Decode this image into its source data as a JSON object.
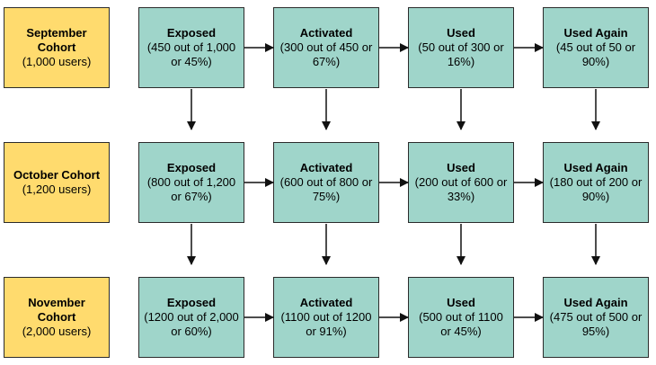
{
  "cohorts": [
    {
      "name": "September Cohort",
      "users": "(1,000 users)",
      "stages": [
        {
          "title": "Exposed",
          "detail": "(450 out of 1,000 or 45%)"
        },
        {
          "title": "Activated",
          "detail": "(300 out of 450 or 67%)"
        },
        {
          "title": "Used",
          "detail": "(50 out of 300 or 16%)"
        },
        {
          "title": "Used Again",
          "detail": "(45 out of 50 or 90%)"
        }
      ]
    },
    {
      "name": "October Cohort",
      "users": "(1,200 users)",
      "stages": [
        {
          "title": "Exposed",
          "detail": "(800 out of 1,200 or 67%)"
        },
        {
          "title": "Activated",
          "detail": "(600 out of 800 or 75%)"
        },
        {
          "title": "Used",
          "detail": "(200 out of 600 or 33%)"
        },
        {
          "title": "Used Again",
          "detail": "(180 out of 200 or 90%)"
        }
      ]
    },
    {
      "name": "November Cohort",
      "users": "(2,000 users)",
      "stages": [
        {
          "title": "Exposed",
          "detail": "(1200 out of 2,000 or 60%)"
        },
        {
          "title": "Activated",
          "detail": "(1100 out of 1200 or 91%)"
        },
        {
          "title": "Used",
          "detail": "(500 out of 1100 or 45%)"
        },
        {
          "title": "Used Again",
          "detail": "(475 out of 500 or 95%)"
        }
      ]
    }
  ],
  "colors": {
    "cohort_fill": "#ffdb6e",
    "stage_fill": "#9fd5ca",
    "border": "#2b2b2b",
    "arrow": "#111111"
  }
}
